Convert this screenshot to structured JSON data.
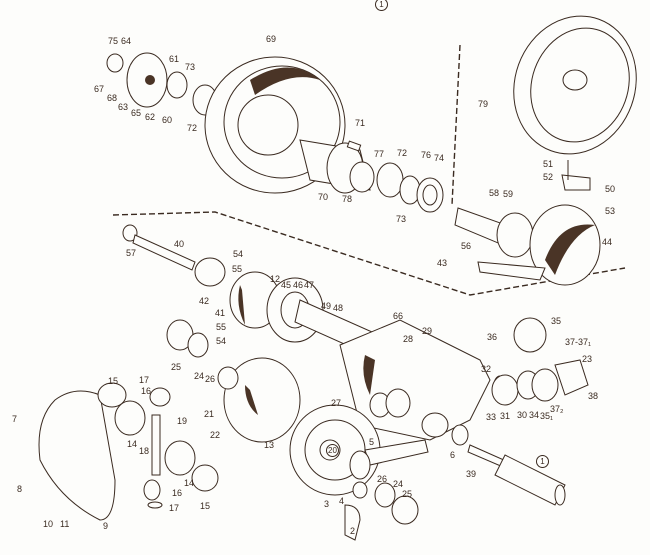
{
  "diagram": {
    "figure_number": "1",
    "labels": [
      "75",
      "64",
      "69",
      "61",
      "73",
      "67",
      "68",
      "63",
      "65",
      "62",
      "60",
      "72",
      "71",
      "77",
      "72",
      "76",
      "74",
      "70",
      "78",
      "73",
      "79",
      "51",
      "52",
      "50",
      "58",
      "59",
      "53",
      "56",
      "44",
      "43",
      "57",
      "40",
      "54",
      "55",
      "12",
      "45",
      "46",
      "47",
      "42",
      "41",
      "49",
      "48",
      "66",
      "55",
      "54",
      "28",
      "29",
      "25",
      "24",
      "26",
      "15",
      "17",
      "16",
      "21",
      "22",
      "7",
      "19",
      "14",
      "18",
      "13",
      "27",
      "20",
      "5",
      "14",
      "16",
      "15",
      "17",
      "8",
      "10",
      "11",
      "9",
      "36",
      "35",
      "37-37₁",
      "32",
      "23",
      "38",
      "33",
      "31",
      "30",
      "34",
      "35₁",
      "37₂",
      "6",
      "39",
      "1",
      "26",
      "24",
      "25",
      "3",
      "4",
      "2"
    ],
    "colors": {
      "ink": "#3a2a20",
      "paper": "#fdfdfb"
    }
  }
}
